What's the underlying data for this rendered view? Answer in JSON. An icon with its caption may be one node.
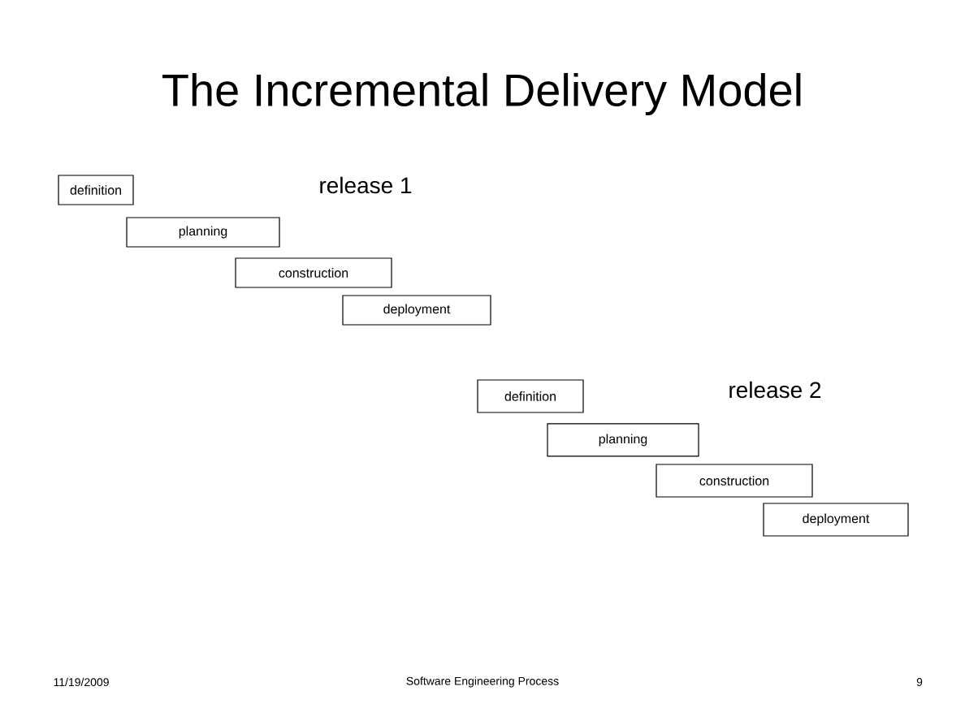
{
  "diagram": {
    "title": "The Incremental Delivery Model",
    "nodes": [
      {
        "text": [
          "definition"
        ]
      },
      {
        "text": [
          "planning"
        ]
      },
      {
        "text": [
          "construction"
        ]
      },
      {
        "text": [
          "deployment"
        ]
      },
      {
        "text": [
          "definition"
        ]
      },
      {
        "text": [
          "planning"
        ]
      },
      {
        "text": [
          "construction"
        ]
      },
      {
        "text": [
          "deployment"
        ]
      }
    ],
    "labels": [
      "release 1",
      "release 2",
      "11/19/2009",
      "Software Engineering Process",
      "9"
    ]
  }
}
